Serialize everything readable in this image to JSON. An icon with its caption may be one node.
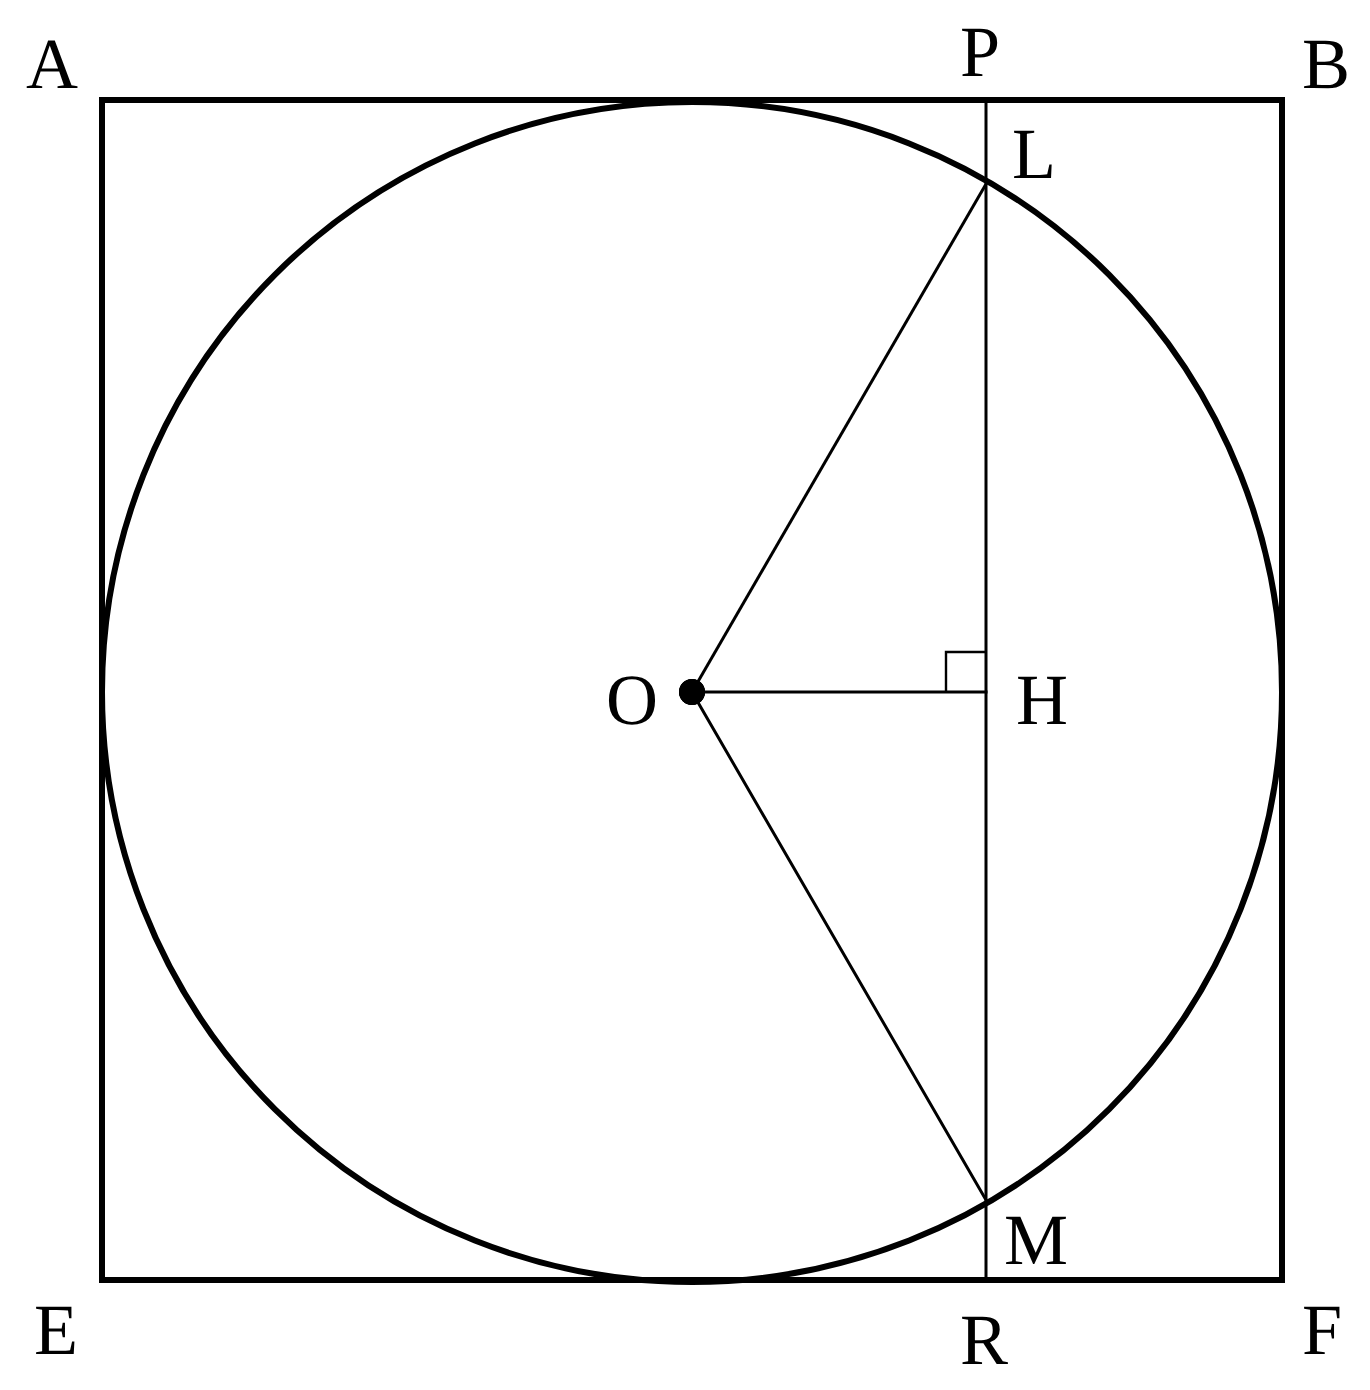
{
  "diagram": {
    "nodes": [
      {
        "text": [
          "A"
        ]
      },
      {
        "text": [
          "P"
        ]
      },
      {
        "text": [
          "B"
        ]
      },
      {
        "text": [
          "L"
        ]
      },
      {
        "text": [
          "O"
        ]
      },
      {
        "text": [
          "H"
        ]
      },
      {
        "text": [
          "M"
        ]
      },
      {
        "text": [
          "E"
        ]
      },
      {
        "text": [
          "R"
        ]
      },
      {
        "text": [
          "F"
        ]
      }
    ],
    "edges": [
      {
        "from": 0,
        "to": 2,
        "arrow": "none",
        "style": "thick"
      },
      {
        "from": 2,
        "to": 9,
        "arrow": "none",
        "style": "thick"
      },
      {
        "from": 9,
        "to": 7,
        "arrow": "none",
        "style": "thick"
      },
      {
        "from": 7,
        "to": 0,
        "arrow": "none",
        "style": "thick"
      },
      {
        "from": 1,
        "to": 8,
        "arrow": "none"
      },
      {
        "from": 4,
        "to": 3,
        "arrow": "other"
      },
      {
        "from": 4,
        "to": 5,
        "arrow": "other"
      },
      {
        "from": 4,
        "to": 6,
        "arrow": "other"
      }
    ]
  }
}
